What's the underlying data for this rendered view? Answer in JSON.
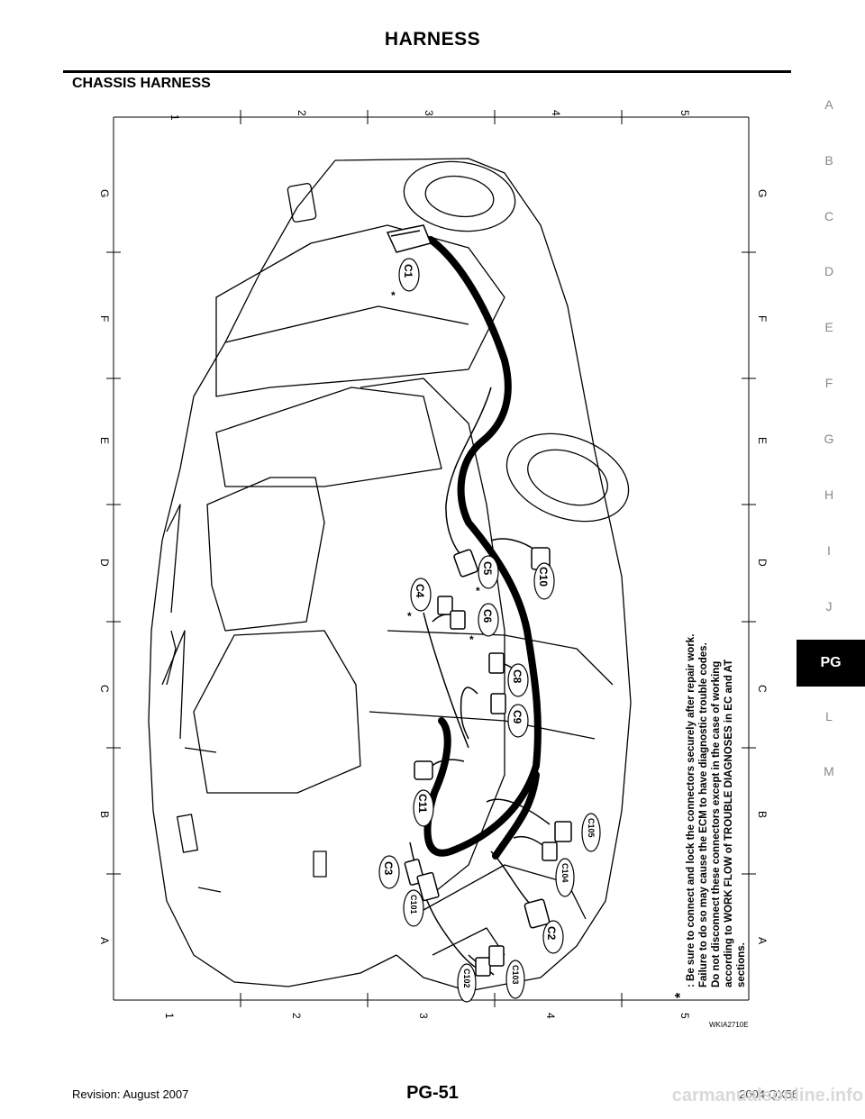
{
  "header": {
    "title": "HARNESS",
    "section": "CHASSIS HARNESS"
  },
  "side_index": {
    "letters": [
      "A",
      "B",
      "C",
      "D",
      "E",
      "F",
      "G",
      "H",
      "I",
      "J",
      "L",
      "M"
    ],
    "active_tab": "PG"
  },
  "grid": {
    "numbers": [
      "1",
      "2",
      "3",
      "4",
      "5"
    ],
    "letters": [
      "G",
      "F",
      "E",
      "D",
      "C",
      "B",
      "A"
    ]
  },
  "connectors": {
    "c1": "C1",
    "c4": "C4",
    "c5": "C5",
    "c6": "C6",
    "c10": "C10",
    "c8": "C8",
    "c9": "C9",
    "c11": "C11",
    "c3": "C3",
    "c101": "C101",
    "c104": "C104",
    "c105": "C105",
    "c2": "C2",
    "c102": "C102",
    "c103": "C103"
  },
  "asterisk": "*",
  "note": {
    "mark": "*",
    "line1": ": Be sure to connect and lock the connectors securely after repair work.",
    "line2": "Failure to do so may cause the ECM to have diagnostic trouble codes.",
    "line3": "Do not disconnect these connectors except in the case of working",
    "line4": "according to WORK FLOW of TROUBLE DIAGNOSES in EC and AT",
    "line5": "sections."
  },
  "figure_id": "WKIA2710E",
  "footer": {
    "revision": "Revision: August 2007",
    "page": "PG-51",
    "model": "2004 QX56",
    "watermark": "carmanualsonline.info"
  }
}
